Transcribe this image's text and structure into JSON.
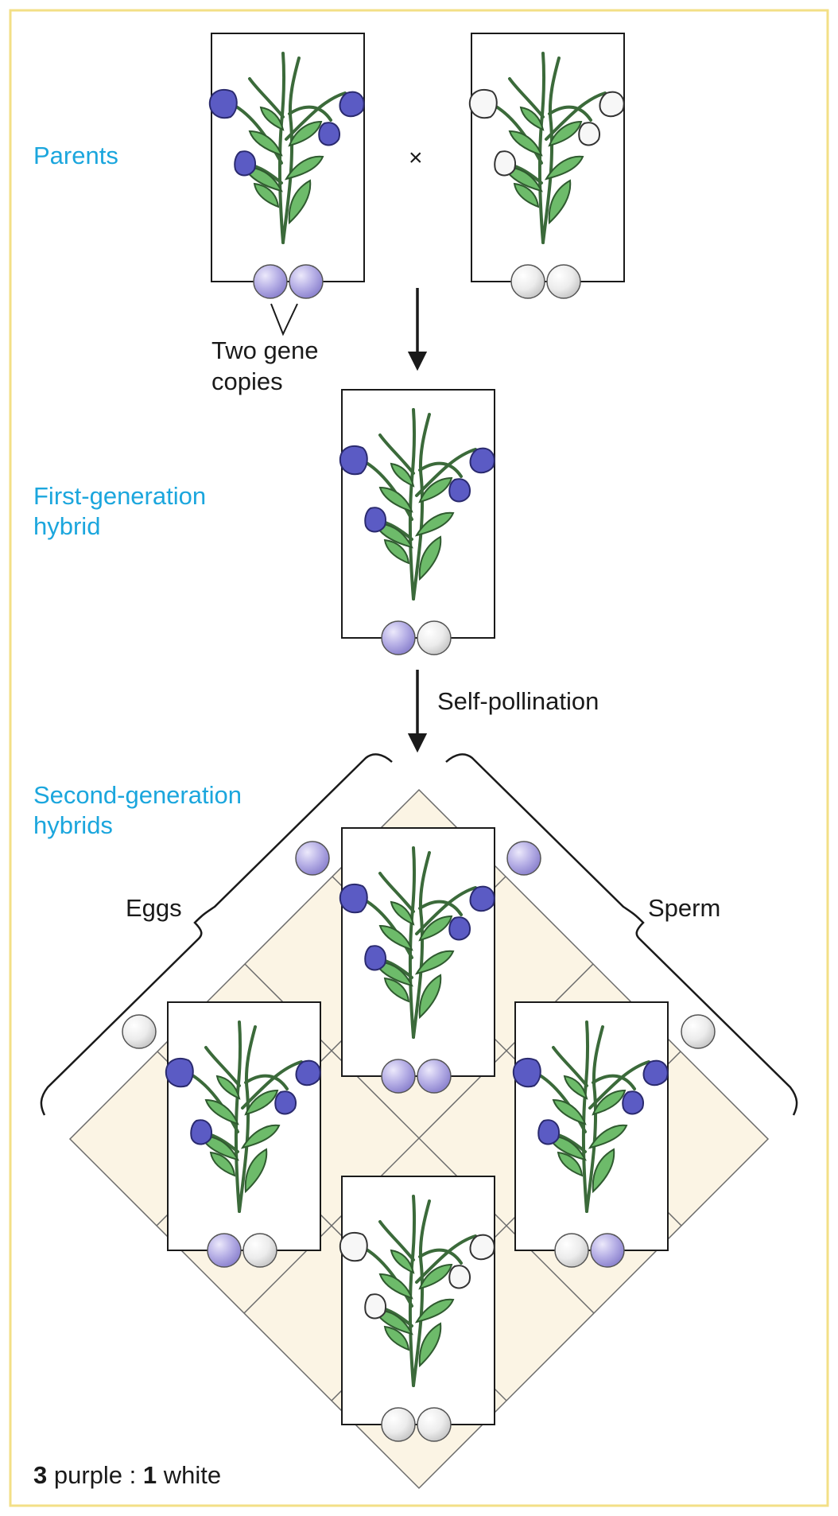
{
  "colors": {
    "frame": "#f3df86",
    "label_accent": "#1ba6dd",
    "purple_flower": "#5b5bc4",
    "purple_allele": "#b7b0e6",
    "white_allele": "#ececec",
    "leaf_green": "#6dbb6a",
    "square_fill": "#fbf4e4"
  },
  "labels": {
    "parents": "Parents",
    "cross": "×",
    "two_gene": "Two gene",
    "copies": "copies",
    "first_gen_1": "First-generation",
    "first_gen_2": "hybrid",
    "self_pollination": "Self-pollination",
    "second_gen_1": "Second-generation",
    "second_gen_2": "hybrids",
    "eggs": "Eggs",
    "sperm": "Sperm"
  },
  "ratio": {
    "purple_count": "3",
    "purple_word": " purple : ",
    "white_count": "1",
    "white_word": " white"
  },
  "icons": {
    "plant": "pea-plant-icon",
    "allele": "gene-copy-circle-icon",
    "arrow": "down-arrow-icon"
  }
}
